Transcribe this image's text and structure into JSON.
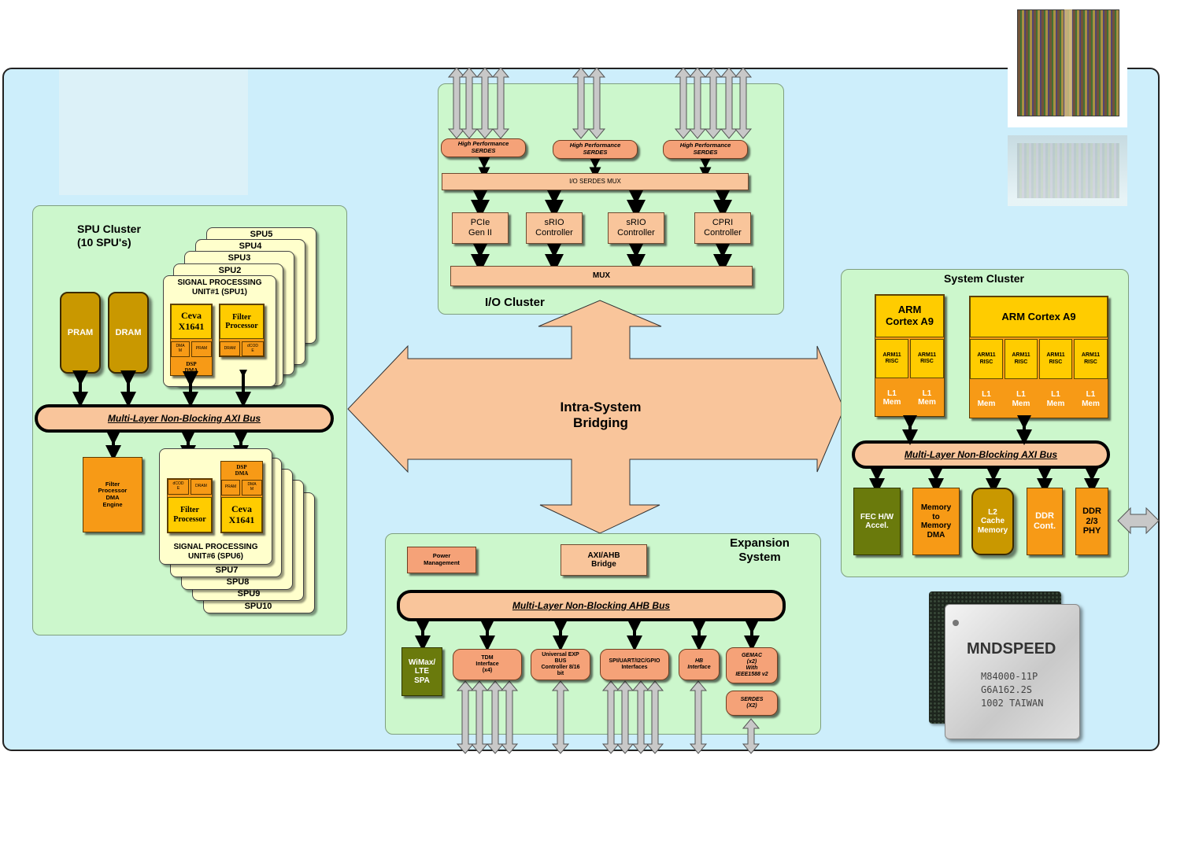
{
  "io_cluster": {
    "title": "I/O Cluster",
    "serdes": [
      "High Performance\nSERDES",
      "High Performance\nSERDES",
      "High Performance\nSERDES"
    ],
    "serdes_mux": "I/O SERDES  MUX",
    "controllers": [
      "PCIe\nGen II",
      "sRIO\nController",
      "sRIO\nController",
      "CPRI\nController"
    ],
    "mux": "MUX"
  },
  "bridging": {
    "label": "Intra-System\nBridging"
  },
  "spu_cluster": {
    "title": "SPU Cluster\n(10 SPU's)",
    "pram": "PRAM",
    "dram": "DRAM",
    "spu_top": {
      "title": "SIGNAL PROCESSING\nUNIT#1 (SPU1)",
      "ceva": "Ceva\nX1641",
      "filter": "Filter\nProcessor",
      "dma_m": "DMA\nM",
      "pram": "PRAM",
      "dsp_dma": "DSP\nDMA",
      "dram": "DRAM",
      "dcod": "dCOD\nE"
    },
    "spu_top_labels": [
      "SPU5",
      "SPU4",
      "SPU3",
      "SPU2"
    ],
    "bus": "Multi-Layer Non-Blocking AXI Bus",
    "filter_dma": "Filter\nProcessor\nDMA\nEngine",
    "spu_bottom": {
      "title": "SIGNAL PROCESSING\nUNIT#6 (SPU6)",
      "ceva": "Ceva\nX1641",
      "filter": "Filter\nProcessor",
      "dcod": "dCOD\nE",
      "dram": "DRAM",
      "dsp_dma": "DSP\nDMA",
      "pram": "PRAM",
      "dma_m": "DMA\nM"
    },
    "spu_bottom_labels": [
      "SPU7",
      "SPU8",
      "SPU9",
      "SPU10"
    ]
  },
  "system_cluster": {
    "title": "System Cluster",
    "arm_left": "ARM\nCortex A9",
    "arm_right": "ARM Cortex A9",
    "risc": "ARM11\nRISC",
    "l1": "L1\nMem",
    "bus": "Multi-Layer Non-Blocking AXI Bus",
    "fec": "FEC H/W\nAccel.",
    "mem_dma": "Memory\nto\nMemory\nDMA",
    "l2": "L2\nCache\nMemory",
    "ddr_cont": "DDR\nCont.",
    "ddr_phy": "DDR\n2/3\nPHY"
  },
  "expansion": {
    "title": "Expansion\nSystem",
    "power": "Power\nManagement",
    "bridge": "AXI/AHB\nBridge",
    "bus": "Multi-Layer Non-Blocking AHB Bus",
    "wimax": "WiMax/\nLTE\nSPA",
    "tdm": "TDM\nInterface\n(x4)",
    "uexp": "Universal EXP\nBUS\nController 8/16\nbit",
    "spi": "SPI/UART/I2C/GPIO\nInterfaces",
    "hb": "HB\nInterface",
    "gemac": "GEMAC\n(x2)\nWith\nIEEE1588 v2",
    "serdes": "SERDES\n(X2)"
  },
  "chip": {
    "brand": "MNDSPEED",
    "line1": "M84000-11P",
    "line2": "G6A162.2S",
    "line3": "1002 TAIWAN"
  },
  "icons": [
    "die-photo-image",
    "die-reflection-image",
    "chip-package-image"
  ]
}
